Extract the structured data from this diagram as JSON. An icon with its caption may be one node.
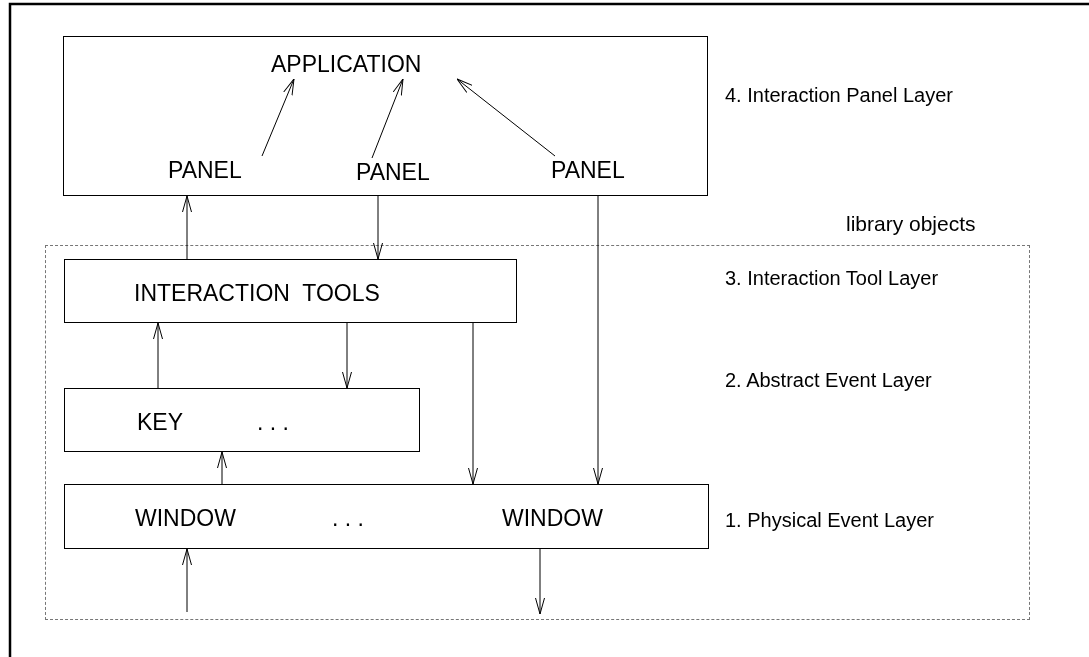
{
  "diagram": {
    "nodes": [
      {
        "text": [],
        "shape": "box"
      },
      {
        "text": [
          "APPLICATION"
        ],
        "in": 0
      },
      {
        "text": [
          "PANEL"
        ],
        "in": 0
      },
      {
        "text": [
          "PANEL"
        ],
        "in": 0
      },
      {
        "text": [
          "PANEL"
        ],
        "in": 0
      },
      {
        "text": [
          "library objects"
        ]
      },
      {
        "text": [
          "INTERACTION  TOOLS"
        ],
        "in": 5
      },
      {
        "text": [
          "KEY",
          ". . ."
        ],
        "in": 5
      },
      {
        "text": [
          "WINDOW",
          ". . .",
          "WINDOW"
        ],
        "in": 5
      }
    ],
    "edges": [
      {
        "from": 2,
        "to": 1,
        "arrow": "to"
      },
      {
        "from": 3,
        "to": 1,
        "arrow": "to"
      },
      {
        "from": 4,
        "to": 1,
        "arrow": "to"
      },
      {
        "from": 6,
        "to": 0,
        "arrow": "to"
      },
      {
        "from": 0,
        "to": 6,
        "arrow": "to"
      },
      {
        "from": 0,
        "to": 8,
        "arrow": "to"
      },
      {
        "from": 7,
        "to": 6,
        "arrow": "to"
      },
      {
        "from": 6,
        "to": 7,
        "arrow": "to"
      },
      {
        "from": 6,
        "to": 8,
        "arrow": "to"
      },
      {
        "from": 8,
        "to": 7,
        "arrow": "to"
      },
      {
        "from": null,
        "to": 8,
        "arrow": "to"
      },
      {
        "from": 8,
        "to": null,
        "arrow": "to"
      }
    ],
    "labels": [
      "4. Interaction Panel Layer",
      "3. Interaction Tool Layer",
      "2. Abstract Event Layer",
      "1. Physical Event Layer"
    ]
  }
}
